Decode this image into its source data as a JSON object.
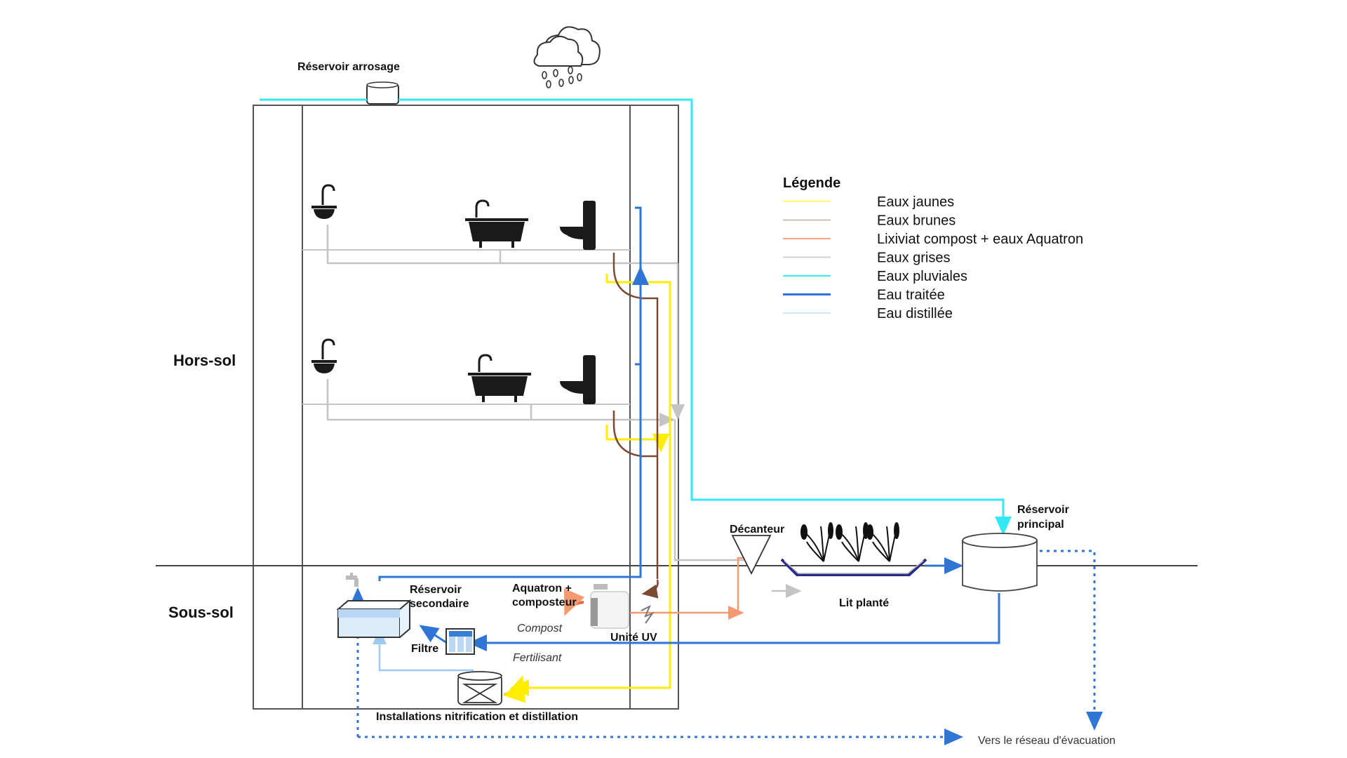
{
  "zones": {
    "above": "Hors-sol",
    "below": "Sous-sol"
  },
  "labels": {
    "irrigation_tank": "Réservoir arrosage",
    "secondary_tank_1": "Réservoir",
    "secondary_tank_2": "secondaire",
    "aquatron_1": "Aquatron +",
    "aquatron_2": "composteur",
    "compost": "Compost",
    "fertilizer": "Fertilisant",
    "filter": "Filtre",
    "uv_unit": "Unité UV",
    "nitrification": "Installations nitrification et distillation",
    "settler": "Décanteur",
    "planted_bed": "Lit planté",
    "main_tank_1": "Réservoir",
    "main_tank_2": "principal",
    "drain": "Vers le réseau d'évacuation"
  },
  "legend": {
    "title": "Légende",
    "items": [
      {
        "label": "Eaux jaunes",
        "color": "#ffff66"
      },
      {
        "label": "Eaux brunes",
        "color": "#c9bfb8"
      },
      {
        "label": "Lixiviat compost + eaux Aquatron",
        "color": "#f6a582"
      },
      {
        "label": "Eaux grises",
        "color": "#d0d0d0"
      },
      {
        "label": "Eaux pluviales",
        "color": "#33f0f0"
      },
      {
        "label": "Eau traitée",
        "color": "#2f75d6"
      },
      {
        "label": "Eau distillée",
        "color": "#cfe6fb"
      }
    ]
  },
  "colors": {
    "yellow": "#ffee00",
    "brown": "#7a4a33",
    "orange": "#f59a70",
    "grey": "#c4c4c4",
    "cyan": "#33e8f5",
    "blue": "#2f75d6",
    "lightblue": "#9cc9f2",
    "wall": "#555555"
  }
}
